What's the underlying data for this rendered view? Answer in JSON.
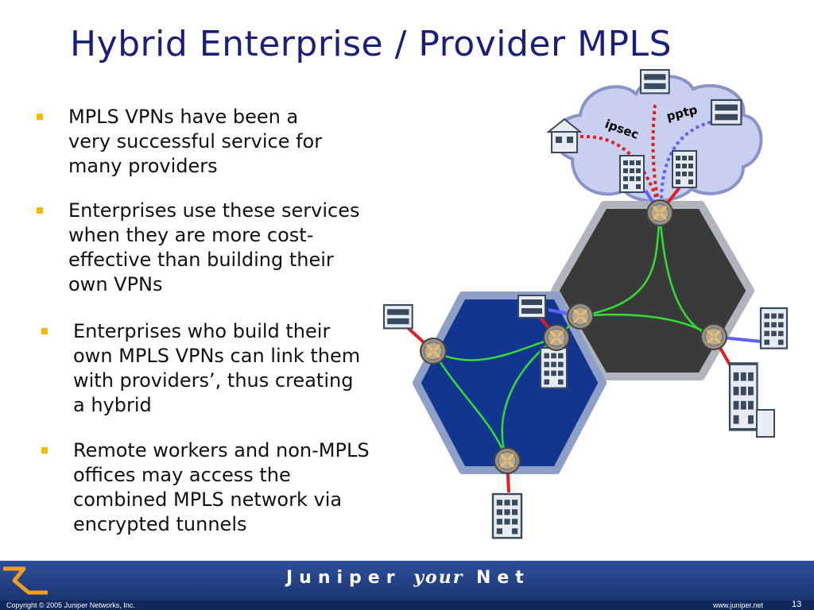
{
  "slide": {
    "title": "Hybrid Enterprise / Provider MPLS",
    "bullets": [
      {
        "text": "MPLS VPNs have been a very successful service for many providers"
      },
      {
        "text": "Enterprises use these services when they are more cost-effective than building their own VPNs"
      },
      {
        "text": "Enterprises who build their own MPLS VPNs can link them with providers’, thus creating a hybrid"
      },
      {
        "text": "Remote workers and non-MPLS offices may access the combined MPLS network via encrypted tunnels"
      }
    ],
    "bullet_color": "#f5b800"
  },
  "diagram": {
    "labels": {
      "ipsec": "ipsec",
      "pptp": "pptp"
    },
    "colors": {
      "provider_network": "#3a3a3a",
      "enterprise_network": "#12358f",
      "cloud": "#c9cfef",
      "lsp": "#33dd33",
      "red_link": "#e02020",
      "blue_link": "#6060ff"
    }
  },
  "footer": {
    "brand_left": "Juniper",
    "brand_your": "your",
    "brand_right": "Net",
    "copyright": "Copyright © 2005 Juniper Networks, Inc.",
    "url": "www.juniper.net",
    "page_number": "13"
  }
}
